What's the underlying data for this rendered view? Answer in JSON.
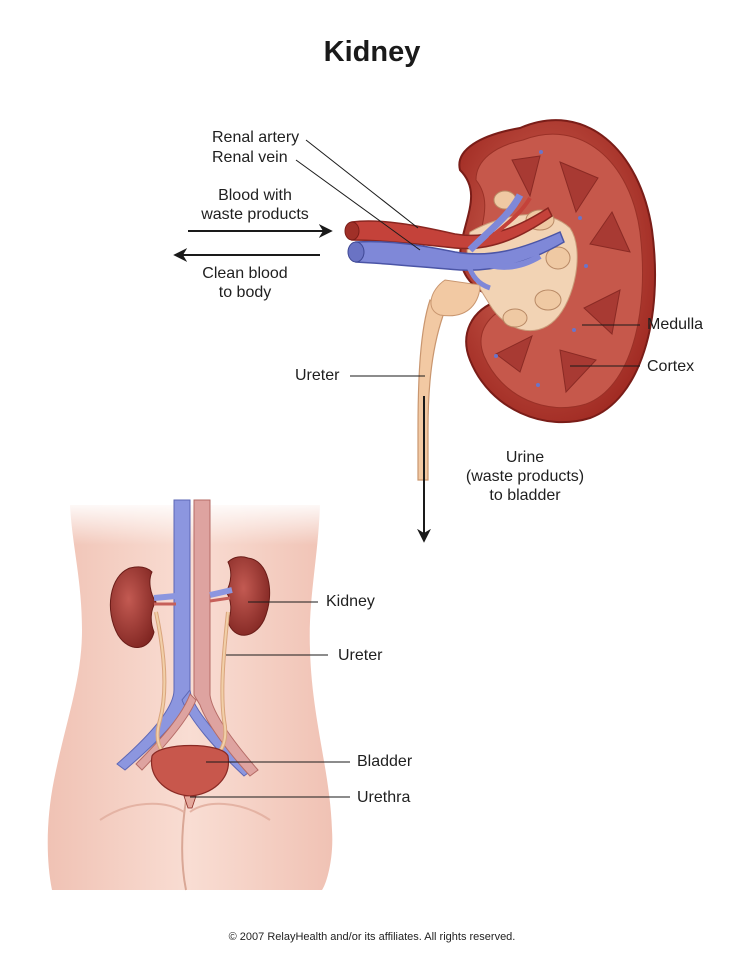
{
  "title": "Kidney",
  "labels": {
    "renal_artery": "Renal artery",
    "renal_vein": "Renal vein",
    "blood_waste_1": "Blood with",
    "blood_waste_2": "waste products",
    "clean_blood_1": "Clean blood",
    "clean_blood_2": "to body",
    "medulla": "Medulla",
    "cortex": "Cortex",
    "ureter_top": "Ureter",
    "urine_1": "Urine",
    "urine_2": "(waste products)",
    "urine_3": "to bladder",
    "kidney": "Kidney",
    "ureter_body": "Ureter",
    "bladder": "Bladder",
    "urethra": "Urethra"
  },
  "copyright": "© 2007 RelayHealth and/or its affiliates.  All rights reserved.",
  "colors": {
    "kidney_red": "#b0332b",
    "cortex": "#c8574a",
    "vein_blue": "#7b86d6",
    "artery_red": "#c0403a",
    "ureter_tan": "#ecbf9a",
    "skin": "#f4cfc2"
  }
}
